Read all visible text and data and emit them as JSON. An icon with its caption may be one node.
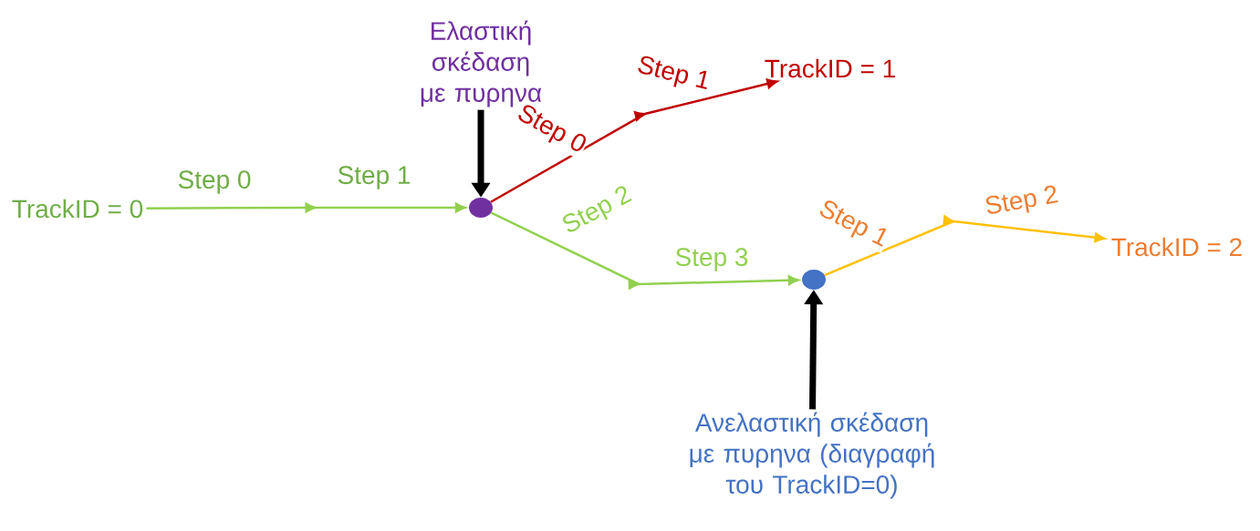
{
  "diagram": {
    "nodes": [
      {
        "text": [
          "TrackID = 0"
        ]
      },
      {
        "text": [],
        "shape": "circle"
      },
      {
        "text": [],
        "shape": "circle"
      },
      {
        "text": [
          "TrackID = 1"
        ]
      },
      {
        "text": [
          "TrackID = 2"
        ]
      },
      {
        "text": [
          "Ελαστική σκέδαση με πυρηνα"
        ]
      },
      {
        "text": [
          "Ανελαστική σκέδαση με πυρηνα (διαγραφή του TrackID=0)"
        ]
      }
    ],
    "edges": [
      {
        "from": 0,
        "to": 1,
        "arrow": "to",
        "label": "Step 0",
        "color": "#92d050"
      },
      {
        "from": 1,
        "to": 3,
        "arrow": "to",
        "label": "Step 0",
        "color": "#c00000"
      },
      {
        "from": 1,
        "to": 2,
        "arrow": "to",
        "label": "Step 2",
        "color": "#92d050"
      },
      {
        "from": 2,
        "to": 4,
        "arrow": "to",
        "label": "Step 1",
        "color": "#ffc000"
      },
      {
        "from": 5,
        "to": 1,
        "arrow": "to",
        "style": "thick",
        "color": "#000000"
      },
      {
        "from": 6,
        "to": 2,
        "arrow": "to",
        "style": "thick",
        "color": "#000000"
      }
    ],
    "labels": [
      "Step 1",
      "Step 1",
      "Step 2",
      "Step 3"
    ]
  }
}
